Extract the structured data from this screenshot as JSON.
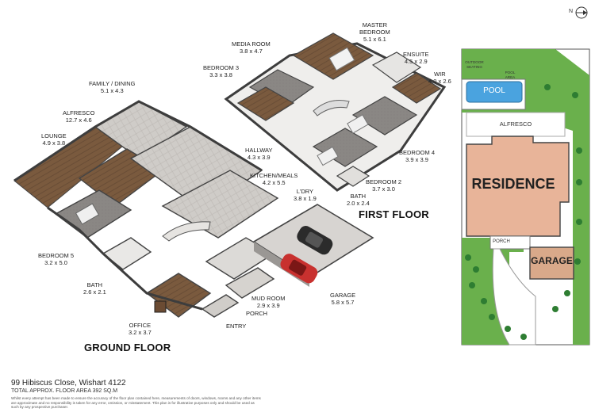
{
  "ground_floor": {
    "title": "GROUND FLOOR",
    "rooms": [
      {
        "name": "FAMILY / DINING",
        "dims": "5.1 x 4.3"
      },
      {
        "name": "ALFRESCO",
        "dims": "12.7 x 4.6"
      },
      {
        "name": "LOUNGE",
        "dims": "4.9 x 3.8"
      },
      {
        "name": "HALLWAY",
        "dims": "4.3 x 3.9"
      },
      {
        "name": "KITCHEN/MEALS",
        "dims": "4.2 x 5.5"
      },
      {
        "name": "L'DRY",
        "dims": "3.8 x 1.9"
      },
      {
        "name": "BEDROOM 5",
        "dims": "3.2 x 5.0"
      },
      {
        "name": "BATH",
        "dims": "2.6 x 2.1"
      },
      {
        "name": "MUD ROOM",
        "dims": "2.9 x 3.9"
      },
      {
        "name": "PORCH",
        "dims": ""
      },
      {
        "name": "GARAGE",
        "dims": "5.8 x 5.7"
      },
      {
        "name": "OFFICE",
        "dims": "3.2 x 3.7"
      },
      {
        "name": "ENTRY",
        "dims": ""
      }
    ]
  },
  "first_floor": {
    "title": "FIRST FLOOR",
    "rooms": [
      {
        "name": "MEDIA ROOM",
        "dims": "3.8 x 4.7"
      },
      {
        "name": "MASTER",
        "name2": "BEDROOM",
        "dims": "5.1 x 6.1"
      },
      {
        "name": "BEDROOM 3",
        "dims": "3.3 x 3.8"
      },
      {
        "name": "ENSUITE",
        "dims": "4.5 x 2.9"
      },
      {
        "name": "WIR",
        "dims": "4.0 x 2.6"
      },
      {
        "name": "BEDROOM 4",
        "dims": "3.9 x 3.9"
      },
      {
        "name": "BEDROOM 2",
        "dims": "3.7 x 3.0"
      },
      {
        "name": "BATH",
        "dims": "2.0 x 2.4"
      }
    ]
  },
  "site_plan": {
    "north": "N",
    "residence": "RESIDENCE",
    "garage": "GARAGE",
    "pool": "POOL",
    "alfresco": "ALFRESCO",
    "porch": "PORCH",
    "outdoor_seating": "OUTDOOR SEATING",
    "pool_area": "POOL AREA"
  },
  "footer": {
    "address": "99 Hibiscus Close, Wishart 4122",
    "total_area": "TOTAL APPROX. FLOOR AREA 392 SQ.M",
    "disclaimer": "Whilst every attempt has been made to ensure the accuracy of the floor plan contained here, measurements of doors, windows, rooms and any other items are approximate and no responsibility is taken for any error, omission, or misstatement. This plan is for illustrative purposes only and should be used as such by any prospective purchaser."
  },
  "colors": {
    "floor_wood": "#7a5a3e",
    "floor_tile": "#c9c6c2",
    "wall": "#4a4a4a",
    "site_green": "#6ab04c",
    "residence": "#e8b499",
    "garage_site": "#d9a98a",
    "pool_water": "#4aa3df"
  }
}
